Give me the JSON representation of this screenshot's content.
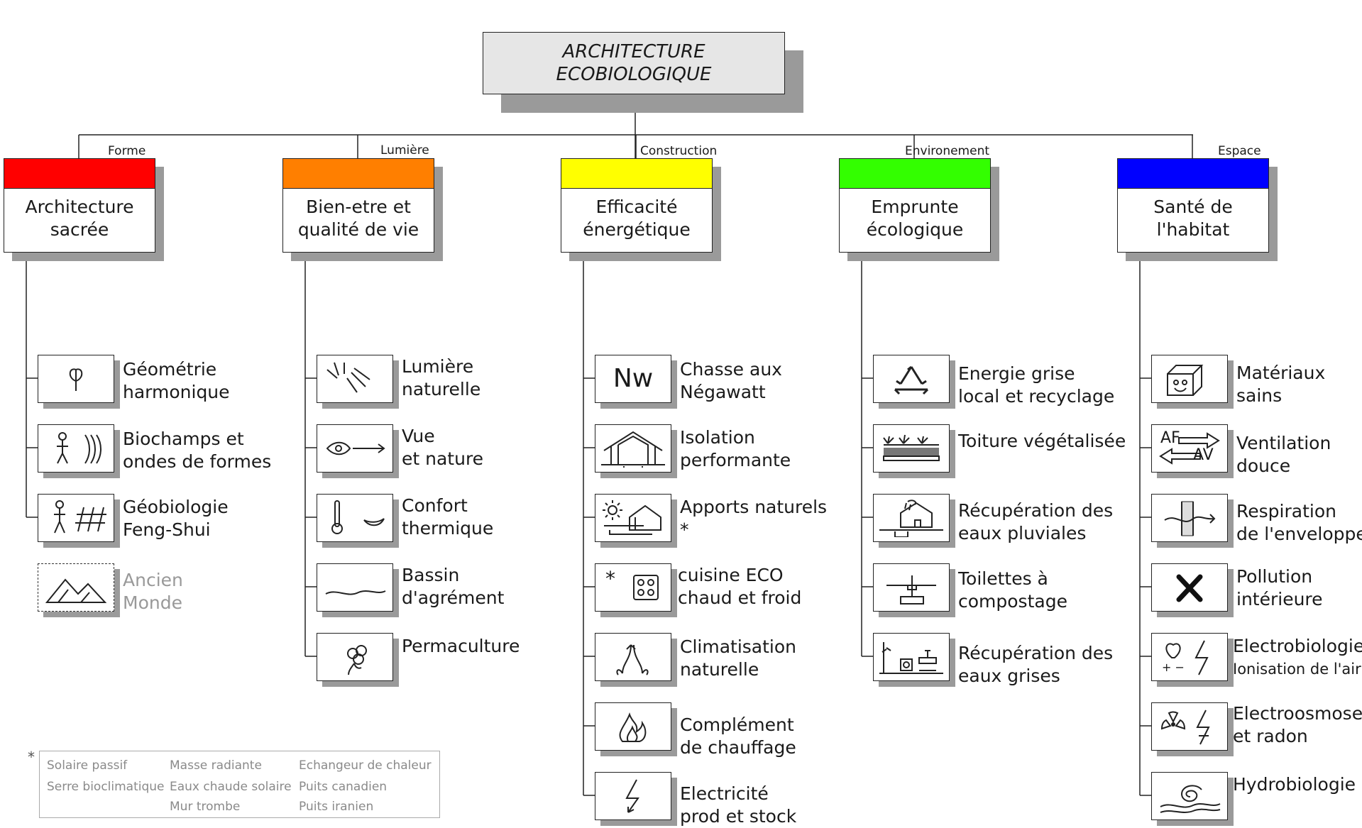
{
  "root": {
    "line1": "ARCHITECTURE",
    "line2": "ECOBIOLOGIQUE"
  },
  "categories": [
    {
      "tag": "Forme",
      "title1": "Architecture",
      "title2": "sacrée",
      "color": "#ff0000"
    },
    {
      "tag": "Lumière",
      "title1": "Bien-etre et",
      "title2": "qualité de vie",
      "color": "#ff7f00"
    },
    {
      "tag": "Construction",
      "title1": "Efficacité",
      "title2": "énergétique",
      "color": "#ffff00"
    },
    {
      "tag": "Environement",
      "title1": "Emprunte",
      "title2": "écologique",
      "color": "#33ff00"
    },
    {
      "tag": "Espace",
      "title1": "Santé de",
      "title2": "l'habitat",
      "color": "#0000ff"
    }
  ],
  "columns": [
    [
      {
        "icon": "tree-icon",
        "line1": "Géométrie",
        "line2": "harmonique"
      },
      {
        "icon": "person-waves-icon",
        "line1": "Biochamps et",
        "line2": "ondes de formes"
      },
      {
        "icon": "person-grid-icon",
        "line1": "Géobiologie",
        "line2": "Feng-Shui"
      },
      {
        "icon": "mountains-icon",
        "line1": "Ancien",
        "line2": "Monde"
      }
    ],
    [
      {
        "icon": "sun-rays-icon",
        "line1": "Lumière",
        "line2": "naturelle"
      },
      {
        "icon": "eye-arrow-icon",
        "line1": "Vue",
        "line2": "et nature"
      },
      {
        "icon": "thermometer-icon",
        "line1": "Confort",
        "line2": "thermique"
      },
      {
        "icon": "water-wave-icon",
        "line1": "Bassin",
        "line2": "d'agrément"
      },
      {
        "icon": "flower-icon",
        "line1": "Permaculture",
        "line2": ""
      }
    ],
    [
      {
        "icon": "negawatt-icon",
        "iconText": "Nw",
        "line1": "Chasse aux",
        "line2": "Négawatt"
      },
      {
        "icon": "house-insulation-icon",
        "line1": "Isolation",
        "line2": "performante"
      },
      {
        "icon": "sun-house-icon",
        "line1": "Apports naturels",
        "line2": "*"
      },
      {
        "icon": "stove-icon",
        "iconText": "*",
        "line1": "cuisine ECO",
        "line2": "chaud et froid"
      },
      {
        "icon": "airflow-icon",
        "line1": "Climatisation",
        "line2": "naturelle"
      },
      {
        "icon": "flame-icon",
        "line1": "Complément",
        "line2": "de chauffage"
      },
      {
        "icon": "lightning-icon",
        "line1": "Electricité",
        "line2": "prod et stock"
      }
    ],
    [
      {
        "icon": "recycle-icon",
        "line1": "Energie grise",
        "line2": "local et recyclage"
      },
      {
        "icon": "green-roof-icon",
        "line1": "Toiture végétalisée",
        "line2": ""
      },
      {
        "icon": "rain-house-icon",
        "line1": "Récupération des",
        "line2": "eaux pluviales"
      },
      {
        "icon": "compost-toilet-icon",
        "line1": "Toilettes à",
        "line2": "compostage"
      },
      {
        "icon": "greywater-icon",
        "line1": "Récupération des",
        "line2": "eaux grises"
      }
    ],
    [
      {
        "icon": "materials-box-icon",
        "line1": "Matériaux",
        "line2": "sains"
      },
      {
        "icon": "ventilation-arrows-icon",
        "iconText1": "AF",
        "iconText2": "AV",
        "line1": "Ventilation",
        "line2": "douce"
      },
      {
        "icon": "wall-breath-icon",
        "line1": "Respiration",
        "line2": "de l'enveloppe"
      },
      {
        "icon": "cross-icon",
        "line1": "Pollution",
        "line2": "intérieure"
      },
      {
        "icon": "heart-bolt-icon",
        "iconText": "+ −",
        "line1": "Electrobiologie",
        "line2": "Ionisation de l'air"
      },
      {
        "icon": "radiation-bolt-icon",
        "line1": "Electroosmose",
        "line2": "et radon"
      },
      {
        "icon": "water-spiral-icon",
        "line1": "Hydrobiologie",
        "line2": ""
      }
    ]
  ],
  "legend": {
    "star": "*",
    "col1": [
      "Solaire passif",
      "Serre bioclimatique"
    ],
    "col2": [
      "Masse radiante",
      "Eaux chaude solaire",
      "Mur trombe"
    ],
    "col3": [
      "Echangeur de chaleur",
      "Puits canadien",
      "Puits iranien"
    ]
  }
}
